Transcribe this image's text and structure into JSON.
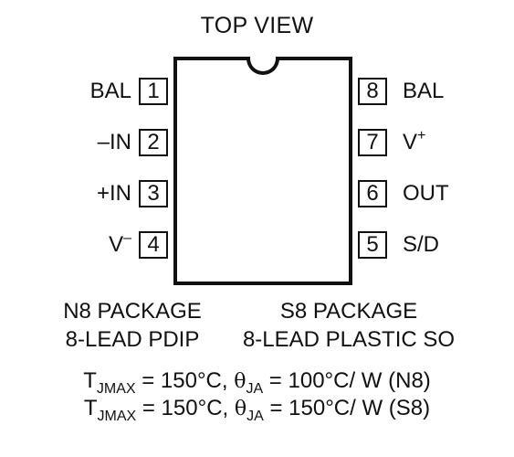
{
  "title": "TOP VIEW",
  "pins_left": [
    {
      "number": "1",
      "label": "BAL"
    },
    {
      "number": "2",
      "label": "–IN"
    },
    {
      "number": "3",
      "label": "+IN"
    },
    {
      "number": "4",
      "label": "V",
      "label_sup": "–"
    }
  ],
  "pins_right": [
    {
      "number": "8",
      "label": "BAL"
    },
    {
      "number": "7",
      "label": "V",
      "label_sup": "+"
    },
    {
      "number": "6",
      "label": "OUT"
    },
    {
      "number": "5",
      "label": "S/D"
    }
  ],
  "packages": [
    {
      "name": "N8 PACKAGE",
      "description": "8-LEAD PDIP"
    },
    {
      "name": "S8 PACKAGE",
      "description": "8-LEAD PLASTIC SO"
    }
  ],
  "thermal": [
    {
      "t_symbol": "T",
      "t_sub": "JMAX",
      "t_value": " = 150°C, ",
      "theta_symbol": "θ",
      "theta_sub": "JA",
      "theta_value": " = 100°C/ W (N8)"
    },
    {
      "t_symbol": "T",
      "t_sub": "JMAX",
      "t_value": " = 150°C, ",
      "theta_symbol": "θ",
      "theta_sub": "JA",
      "theta_value": " = 150°C/ W (S8)"
    }
  ]
}
